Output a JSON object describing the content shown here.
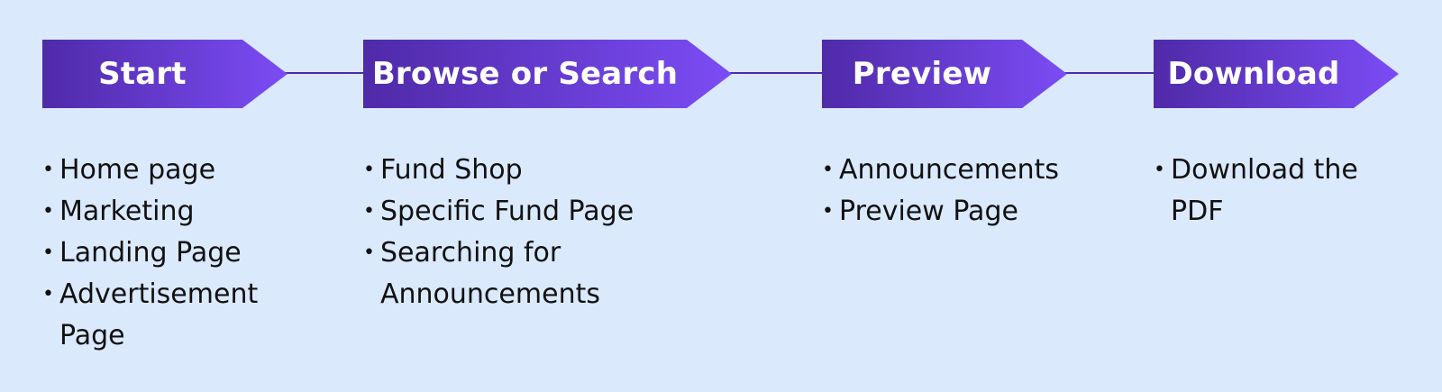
{
  "colors": {
    "background": "#dbe9fd",
    "step_gradient_start": "#4f2aa8",
    "step_gradient_end": "#7b4cf5",
    "connector": "#4b2bb0",
    "step_text": "#ffffff",
    "bullet_text": "#111111"
  },
  "steps": [
    {
      "label": "Start",
      "items": [
        "Home page",
        "Marketing",
        "Landing Page",
        "Advertisement Page"
      ]
    },
    {
      "label": "Browse or Search",
      "items": [
        "Fund Shop",
        "Specific Fund Page",
        "Searching for Announcements"
      ]
    },
    {
      "label": "Preview",
      "items": [
        "Announcements",
        "Preview Page"
      ]
    },
    {
      "label": "Download",
      "items": [
        "Download the PDF"
      ]
    }
  ]
}
